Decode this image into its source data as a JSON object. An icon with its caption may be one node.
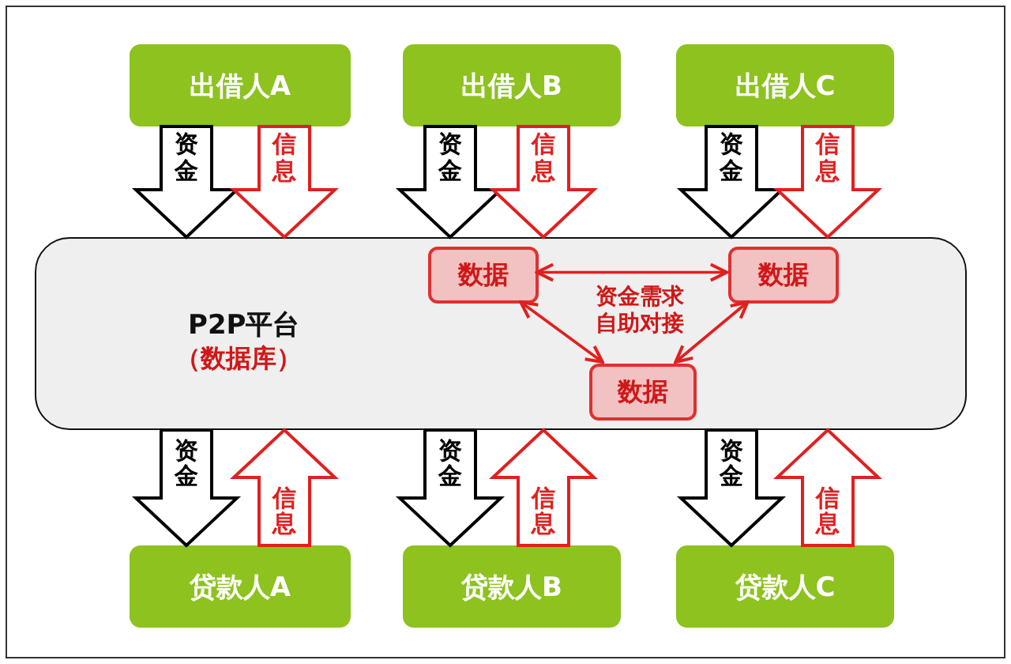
{
  "diagram": {
    "nodes": [
      {
        "text": [
          "出借人A"
        ]
      },
      {
        "text": [
          "出借人B"
        ]
      },
      {
        "text": [
          "出借人C"
        ]
      },
      {
        "text": [
          "P2P平台",
          "（数据库）"
        ]
      },
      {
        "text": [
          "数据"
        ],
        "in": 3
      },
      {
        "text": [
          "数据"
        ],
        "in": 3
      },
      {
        "text": [
          "数据"
        ],
        "in": 3
      },
      {
        "text": [
          "贷款人A"
        ]
      },
      {
        "text": [
          "贷款人B"
        ]
      },
      {
        "text": [
          "贷款人C"
        ]
      }
    ],
    "edges": [
      {
        "from": 0,
        "to": 3,
        "arrow": "to",
        "label": "资金",
        "style": "thick",
        "color": "#000000"
      },
      {
        "from": 0,
        "to": 3,
        "arrow": "to",
        "label": "信息",
        "style": "thick"
      },
      {
        "from": 1,
        "to": 3,
        "arrow": "to",
        "label": "资金",
        "style": "thick",
        "color": "#000000"
      },
      {
        "from": 1,
        "to": 3,
        "arrow": "to",
        "label": "信息",
        "style": "thick"
      },
      {
        "from": 2,
        "to": 3,
        "arrow": "to",
        "label": "资金",
        "style": "thick",
        "color": "#000000"
      },
      {
        "from": 2,
        "to": 3,
        "arrow": "to",
        "label": "信息",
        "style": "thick"
      },
      {
        "from": 3,
        "to": 7,
        "arrow": "to",
        "label": "资金",
        "style": "thick",
        "color": "#000000"
      },
      {
        "from": 7,
        "to": 3,
        "arrow": "to",
        "label": "信息",
        "style": "thick"
      },
      {
        "from": 3,
        "to": 8,
        "arrow": "to",
        "label": "资金",
        "style": "thick",
        "color": "#000000"
      },
      {
        "from": 8,
        "to": 3,
        "arrow": "to",
        "label": "信息",
        "style": "thick"
      },
      {
        "from": 3,
        "to": 9,
        "arrow": "to",
        "label": "资金",
        "style": "thick",
        "color": "#000000"
      },
      {
        "from": 9,
        "to": 3,
        "arrow": "to",
        "label": "信息",
        "style": "thick"
      },
      {
        "from": 4,
        "to": 5,
        "arrow": "both"
      },
      {
        "from": 4,
        "to": 6,
        "arrow": "both"
      },
      {
        "from": 5,
        "to": 6,
        "arrow": "both"
      }
    ],
    "labels": [
      "资金需求自助对接"
    ]
  }
}
